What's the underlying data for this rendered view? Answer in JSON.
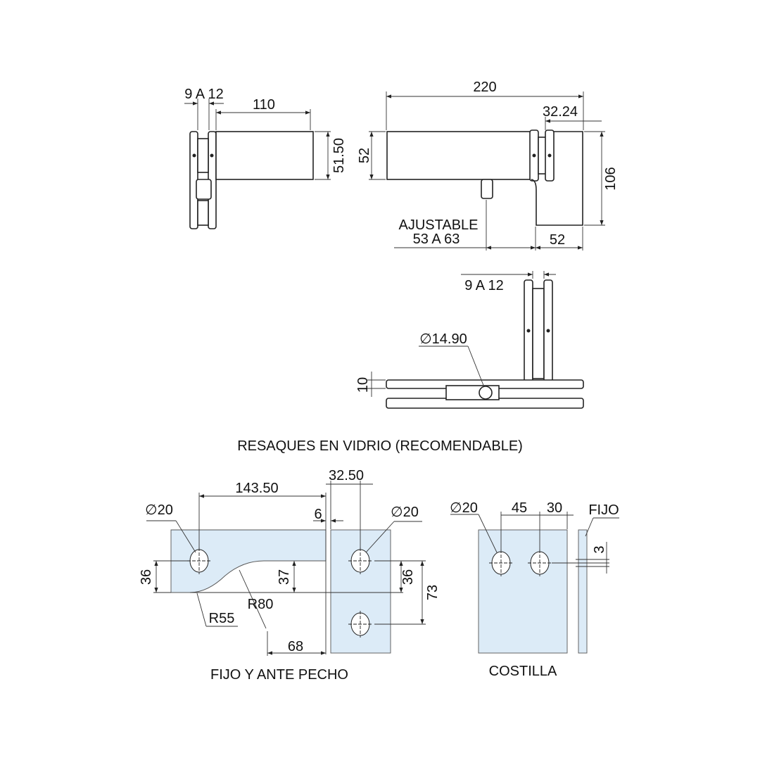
{
  "top_left_view": {
    "glass_thickness": "9 A 12",
    "length": "110",
    "height": "51.50"
  },
  "top_right_view": {
    "overall_length": "220",
    "hinge_offset": "32.24",
    "height": "52",
    "total_height": "106",
    "adjustable_label": "AJUSTABLE",
    "adjustable_range": "53 A 63",
    "bracket_width": "52"
  },
  "bottom_view": {
    "glass_thickness": "9 A 12",
    "diameter": "∅14.90",
    "thickness": "10"
  },
  "section_title": "RESAQUES EN VIDRIO  (RECOMENDABLE)",
  "fijo_view": {
    "hole_left": "∅20",
    "length": "143.50",
    "width": "32.50",
    "gap": "6",
    "hole_right": "∅20",
    "h_left": "36",
    "h_mid": "37",
    "h_right": "36",
    "spacing": "73",
    "r_small": "R55",
    "r_large": "R80",
    "bottom_len": "68",
    "caption": "FIJO Y ANTE PECHO"
  },
  "costilla_view": {
    "hole": "∅20",
    "spacing": "45",
    "edge": "30",
    "fijo_label": "FIJO",
    "gap": "3",
    "caption": "COSTILLA"
  }
}
